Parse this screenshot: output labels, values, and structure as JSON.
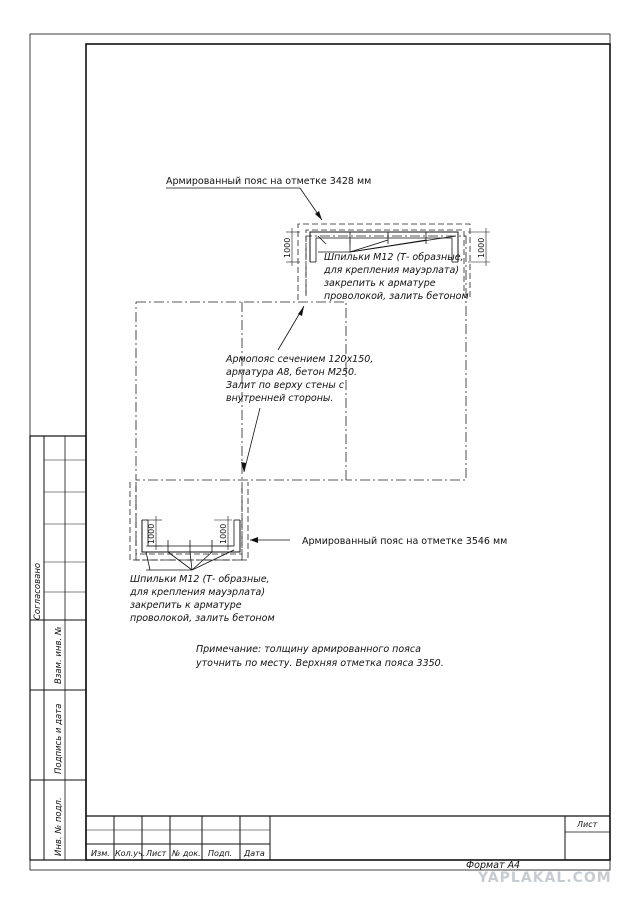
{
  "callouts": {
    "belt_top": "Армированный пояс на отметке 3428 мм",
    "belt_bottom": "Армированный пояс на отметке 3546 мм",
    "studs_top": [
      "Шпильки М12 (Т- образные,",
      "для крепления мауэрлата)",
      "закрепить к арматуре",
      "проволокой, залить бетоном"
    ],
    "studs_bottom": [
      "Шпильки М12 (Т- образные,",
      "для крепления мауэрлата)",
      "закрепить к арматуре",
      "проволокой, залить бетоном"
    ],
    "armopoyas": [
      "Армопояс сечением 120х150,",
      "арматура А8, бетон М250.",
      "Залит по верху стены с",
      "внутренней стороны."
    ]
  },
  "dimensions": {
    "top_left": "1000",
    "top_right": "1000",
    "bottom_left": "1000",
    "bottom_right": "1000"
  },
  "note": [
    "Примечание: толщину армированного пояса",
    "уточнить по месту. Верхняя отметка пояса 3350."
  ],
  "side_stamp": {
    "agreed": "Согласовано",
    "replace_inv": "Взам. инв. №",
    "sign_date": "Подпись и дата",
    "inv_orig": "Инв. № подл."
  },
  "title_block": {
    "columns": [
      "Изм.",
      "Кол.уч.",
      "Лист",
      "№ док.",
      "Подп.",
      "Дата"
    ],
    "sheet": "Лист"
  },
  "format": "Формат А4",
  "watermark": "YAPLAKAL.COM"
}
